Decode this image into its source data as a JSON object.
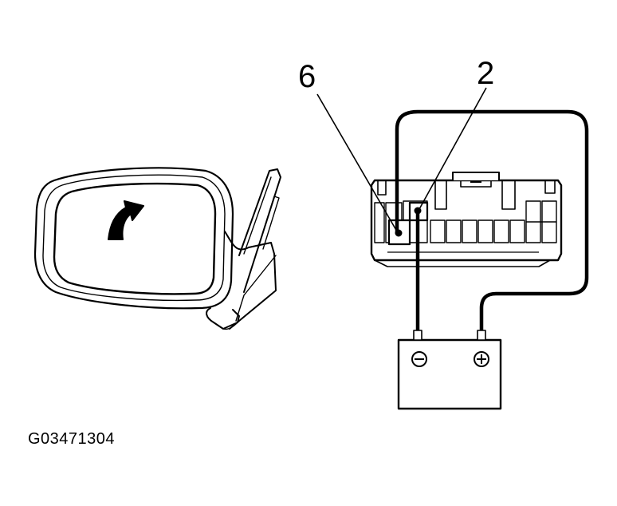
{
  "labels": {
    "terminal_6": "6",
    "terminal_2": "2"
  },
  "figure_id": "G03471304",
  "colors": {
    "line": "#000000",
    "background": "#ffffff"
  },
  "icons": {
    "mirror": "side-mirror-icon",
    "arrow": "curved-up-arrow-icon",
    "connector": "electrical-connector-icon",
    "battery": "battery-icon",
    "negative": "minus-circle-icon",
    "positive": "plus-circle-icon"
  }
}
